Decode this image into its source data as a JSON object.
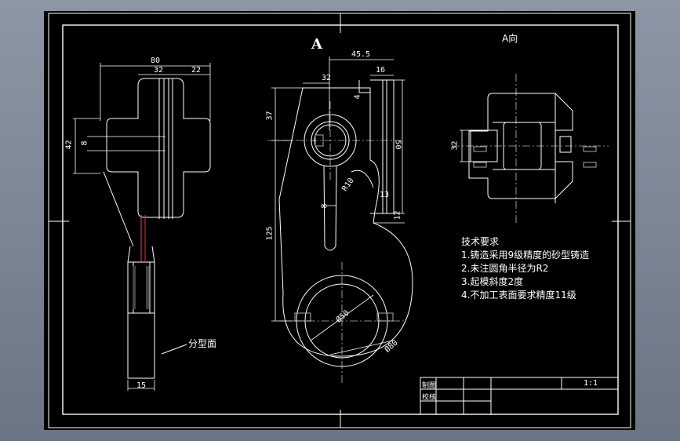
{
  "views": {
    "section_label": "A",
    "direction_label": "A向"
  },
  "dims": {
    "w80": "80",
    "w32_left": "32",
    "w22": "22",
    "h42": "42",
    "h8_left": "8",
    "h15": "15",
    "w45_5": "45.5",
    "w32_mid": "32",
    "w16": "16",
    "w4": "4",
    "h37": "37",
    "h125": "125",
    "h50": "50",
    "h13": "13",
    "h12": "12",
    "r10": "R10",
    "h8_mid": "8",
    "d50": "Ø50",
    "d80": "Ø80",
    "h32_right": "32"
  },
  "notes": {
    "title": "技术要求",
    "items": [
      "1.铸造采用9级精度的砂型铸造",
      "2.未注圆角半径为R2",
      "3.起模斜度2度",
      "4.不加工表面要求精度11级"
    ]
  },
  "parting_label": "分型面",
  "title_block": {
    "row1_label": "制图",
    "row2_label": "校核",
    "scale": "1:1"
  }
}
